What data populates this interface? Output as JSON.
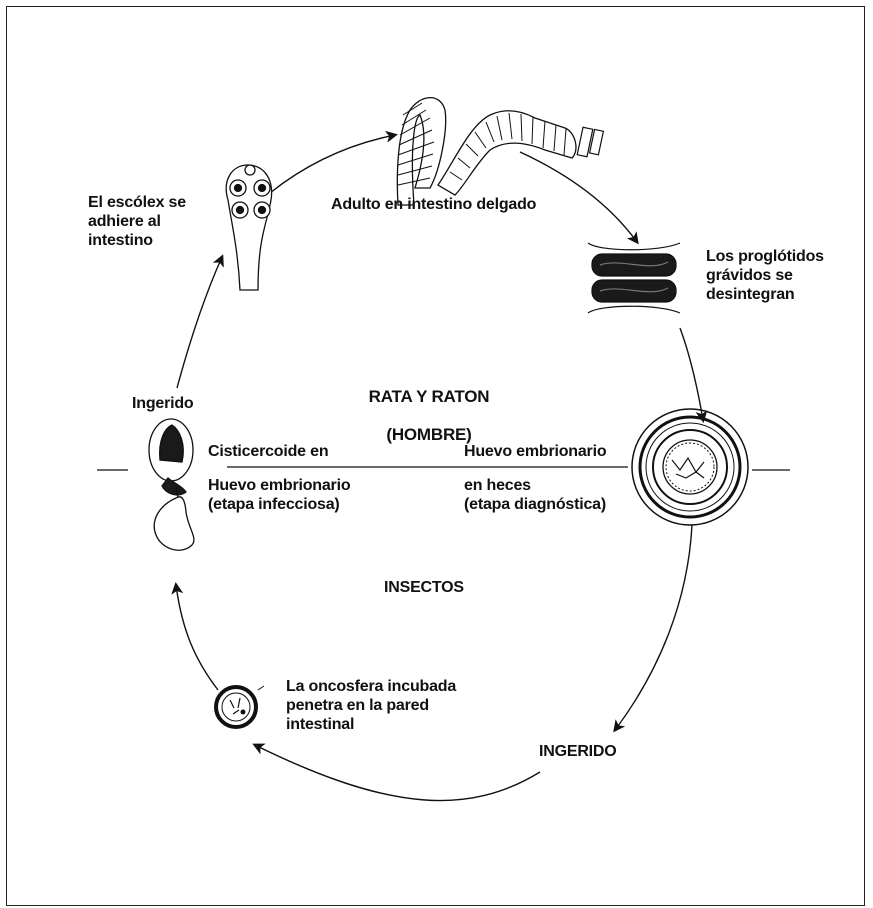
{
  "diagram": {
    "host_label_line1": "RATA Y RATON",
    "host_label_line2": "(HOMBRE)",
    "insect_label": "INSECTOS",
    "stages": {
      "adult": "Adulto en intestino delgado",
      "proglottids": "Los proglótidos\ngrávidos se\ndesintegran",
      "scolex": "El escólex se\nadhiere al\nintestino",
      "ingested_top": "Ingerido",
      "cysticercoid_top": "Cisticercoide en",
      "cysticercoid_bottom": "Huevo embrionario\n(etapa infecciosa)",
      "egg_top": "Huevo embrionario",
      "egg_bottom": "en heces\n(etapa diagnóstica)",
      "oncosphere": "La oncosfera incubada\npenetra en la pared\nintestinal",
      "ingested_bottom": "INGERIDO"
    }
  }
}
